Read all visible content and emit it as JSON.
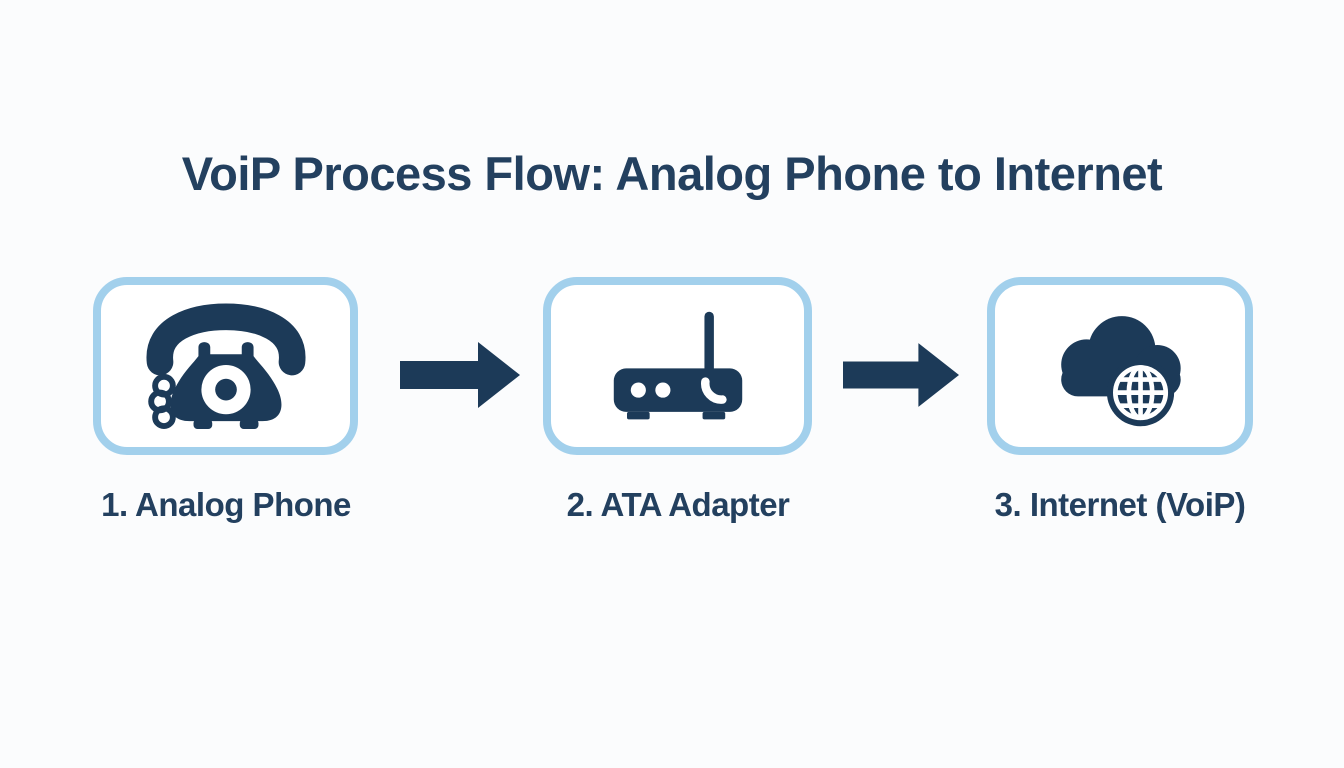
{
  "title": "VoiP Process Flow: Analog Phone to Internet",
  "steps": [
    {
      "number": "1",
      "label": "1. Analog Phone",
      "icon": "rotary-phone-icon"
    },
    {
      "number": "2",
      "label": "2. ATA Adapter",
      "icon": "ata-adapter-icon"
    },
    {
      "number": "3",
      "label": "3. Internet (VoiP)",
      "icon": "cloud-globe-icon"
    }
  ],
  "connectors": [
    {
      "type": "arrow-right",
      "from": "1. Analog Phone",
      "to": "2. ATA Adapter"
    },
    {
      "type": "arrow-right",
      "from": "2. ATA Adapter",
      "to": "3. Internet (VoiP)"
    }
  ],
  "colors": {
    "icon_navy": "#1c3a58",
    "text_navy": "#23405f",
    "box_border_blue": "#a2d0ec",
    "box_background": "#ffffff",
    "page_background": "#fbfcfd"
  }
}
